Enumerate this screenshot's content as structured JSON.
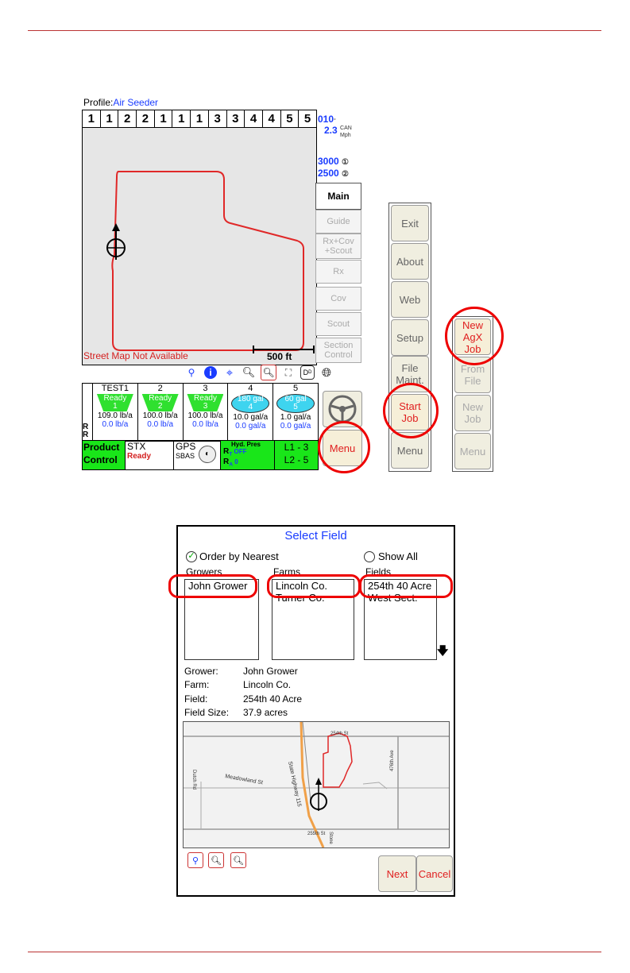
{
  "main_screen": {
    "profile_label": "Profile:",
    "profile_value": "Air Seeder",
    "section_numbers": [
      "1",
      "1",
      "2",
      "2",
      "1",
      "1",
      "1",
      "3",
      "3",
      "4",
      "4",
      "5",
      "5"
    ],
    "heading": "010",
    "heading_unit": "°",
    "speed": "2.3",
    "speed_unit_top": "CAN",
    "speed_unit_bottom": "Mph",
    "counter1": "3000",
    "counter2": "2500",
    "tabs": [
      "Main",
      "Guide",
      "Rx+Cov +Scout",
      "Rx",
      "Cov",
      "Scout",
      "Section Control"
    ],
    "street_message": "Street Map Not Available",
    "scale_label": "500 ft",
    "products": [
      {
        "name": "TEST1",
        "shape": "trap",
        "status": "Ready",
        "num": "1",
        "target": "109.0 lb/a",
        "actual": "0.0 lb/a"
      },
      {
        "name": "2",
        "shape": "trap",
        "status": "Ready",
        "num": "2",
        "target": "100.0 lb/a",
        "actual": "0.0 lb/a"
      },
      {
        "name": "3",
        "shape": "trap",
        "status": "Ready",
        "num": "3",
        "target": "100.0 lb/a",
        "actual": "0.0 lb/a"
      },
      {
        "name": "4",
        "shape": "oval",
        "status": "180 gal",
        "num": "4",
        "target": "10.0 gal/a",
        "actual": "0.0 gal/a"
      },
      {
        "name": "5",
        "shape": "oval",
        "status": "60 gal",
        "num": "5",
        "target": "1.0 gal/a",
        "actual": "0.0 gal/a"
      }
    ],
    "rt_label": "R",
    "ra_label": "R",
    "status_bar": {
      "product_control": "Product Control",
      "stx": "STX",
      "stx_status": "Ready",
      "gps": "GPS",
      "sbas": "SBAS",
      "hyd_title": "Hyd. Pres",
      "rt": "R",
      "rt_sub": "T",
      "rt_val": "OFF",
      "ra": "R",
      "ra_sub": "A",
      "ra_val": "0",
      "l1": "L1 - 3",
      "l2": "L2 - 5"
    },
    "menu_button": "Menu"
  },
  "menu_panel": {
    "buttons": [
      "Exit",
      "About",
      "Web",
      "Setup",
      "File Maint.",
      "Start Job",
      "Menu"
    ]
  },
  "job_panel": {
    "buttons": [
      "New AgX Job",
      "From File",
      "New Job",
      "Menu"
    ]
  },
  "select_field": {
    "title": "Select Field",
    "order_by_nearest": "Order by Nearest",
    "show_all": "Show All",
    "growers_header": "Growers",
    "farms_header": "Farms",
    "fields_header": "Fields",
    "growers": [
      "John Grower"
    ],
    "farms": [
      "Lincoln Co.",
      "Turner Co."
    ],
    "fields": [
      "254th 40 Acre",
      "West Sect."
    ],
    "info": [
      {
        "k": "Grower:",
        "v": "John Grower"
      },
      {
        "k": "Farm:",
        "v": "Lincoln Co."
      },
      {
        "k": "Field:",
        "v": "254th 40 Acre"
      },
      {
        "k": "Field Size:",
        "v": "37.9 acres"
      }
    ],
    "map_labels": {
      "st_254": "254th St",
      "meadowland": "Meadowland St",
      "dutch": "Dutch Rd",
      "highway": "State Highway 115",
      "ave_476": "476th Ave",
      "st_255": "255th St",
      "stone": "Stone"
    },
    "next": "Next",
    "cancel": "Cancel"
  },
  "colors": {
    "accent_blue": "#1a3cff",
    "alert_red": "#e00000",
    "ready_green": "#2fe02f",
    "status_green": "#19e619"
  }
}
